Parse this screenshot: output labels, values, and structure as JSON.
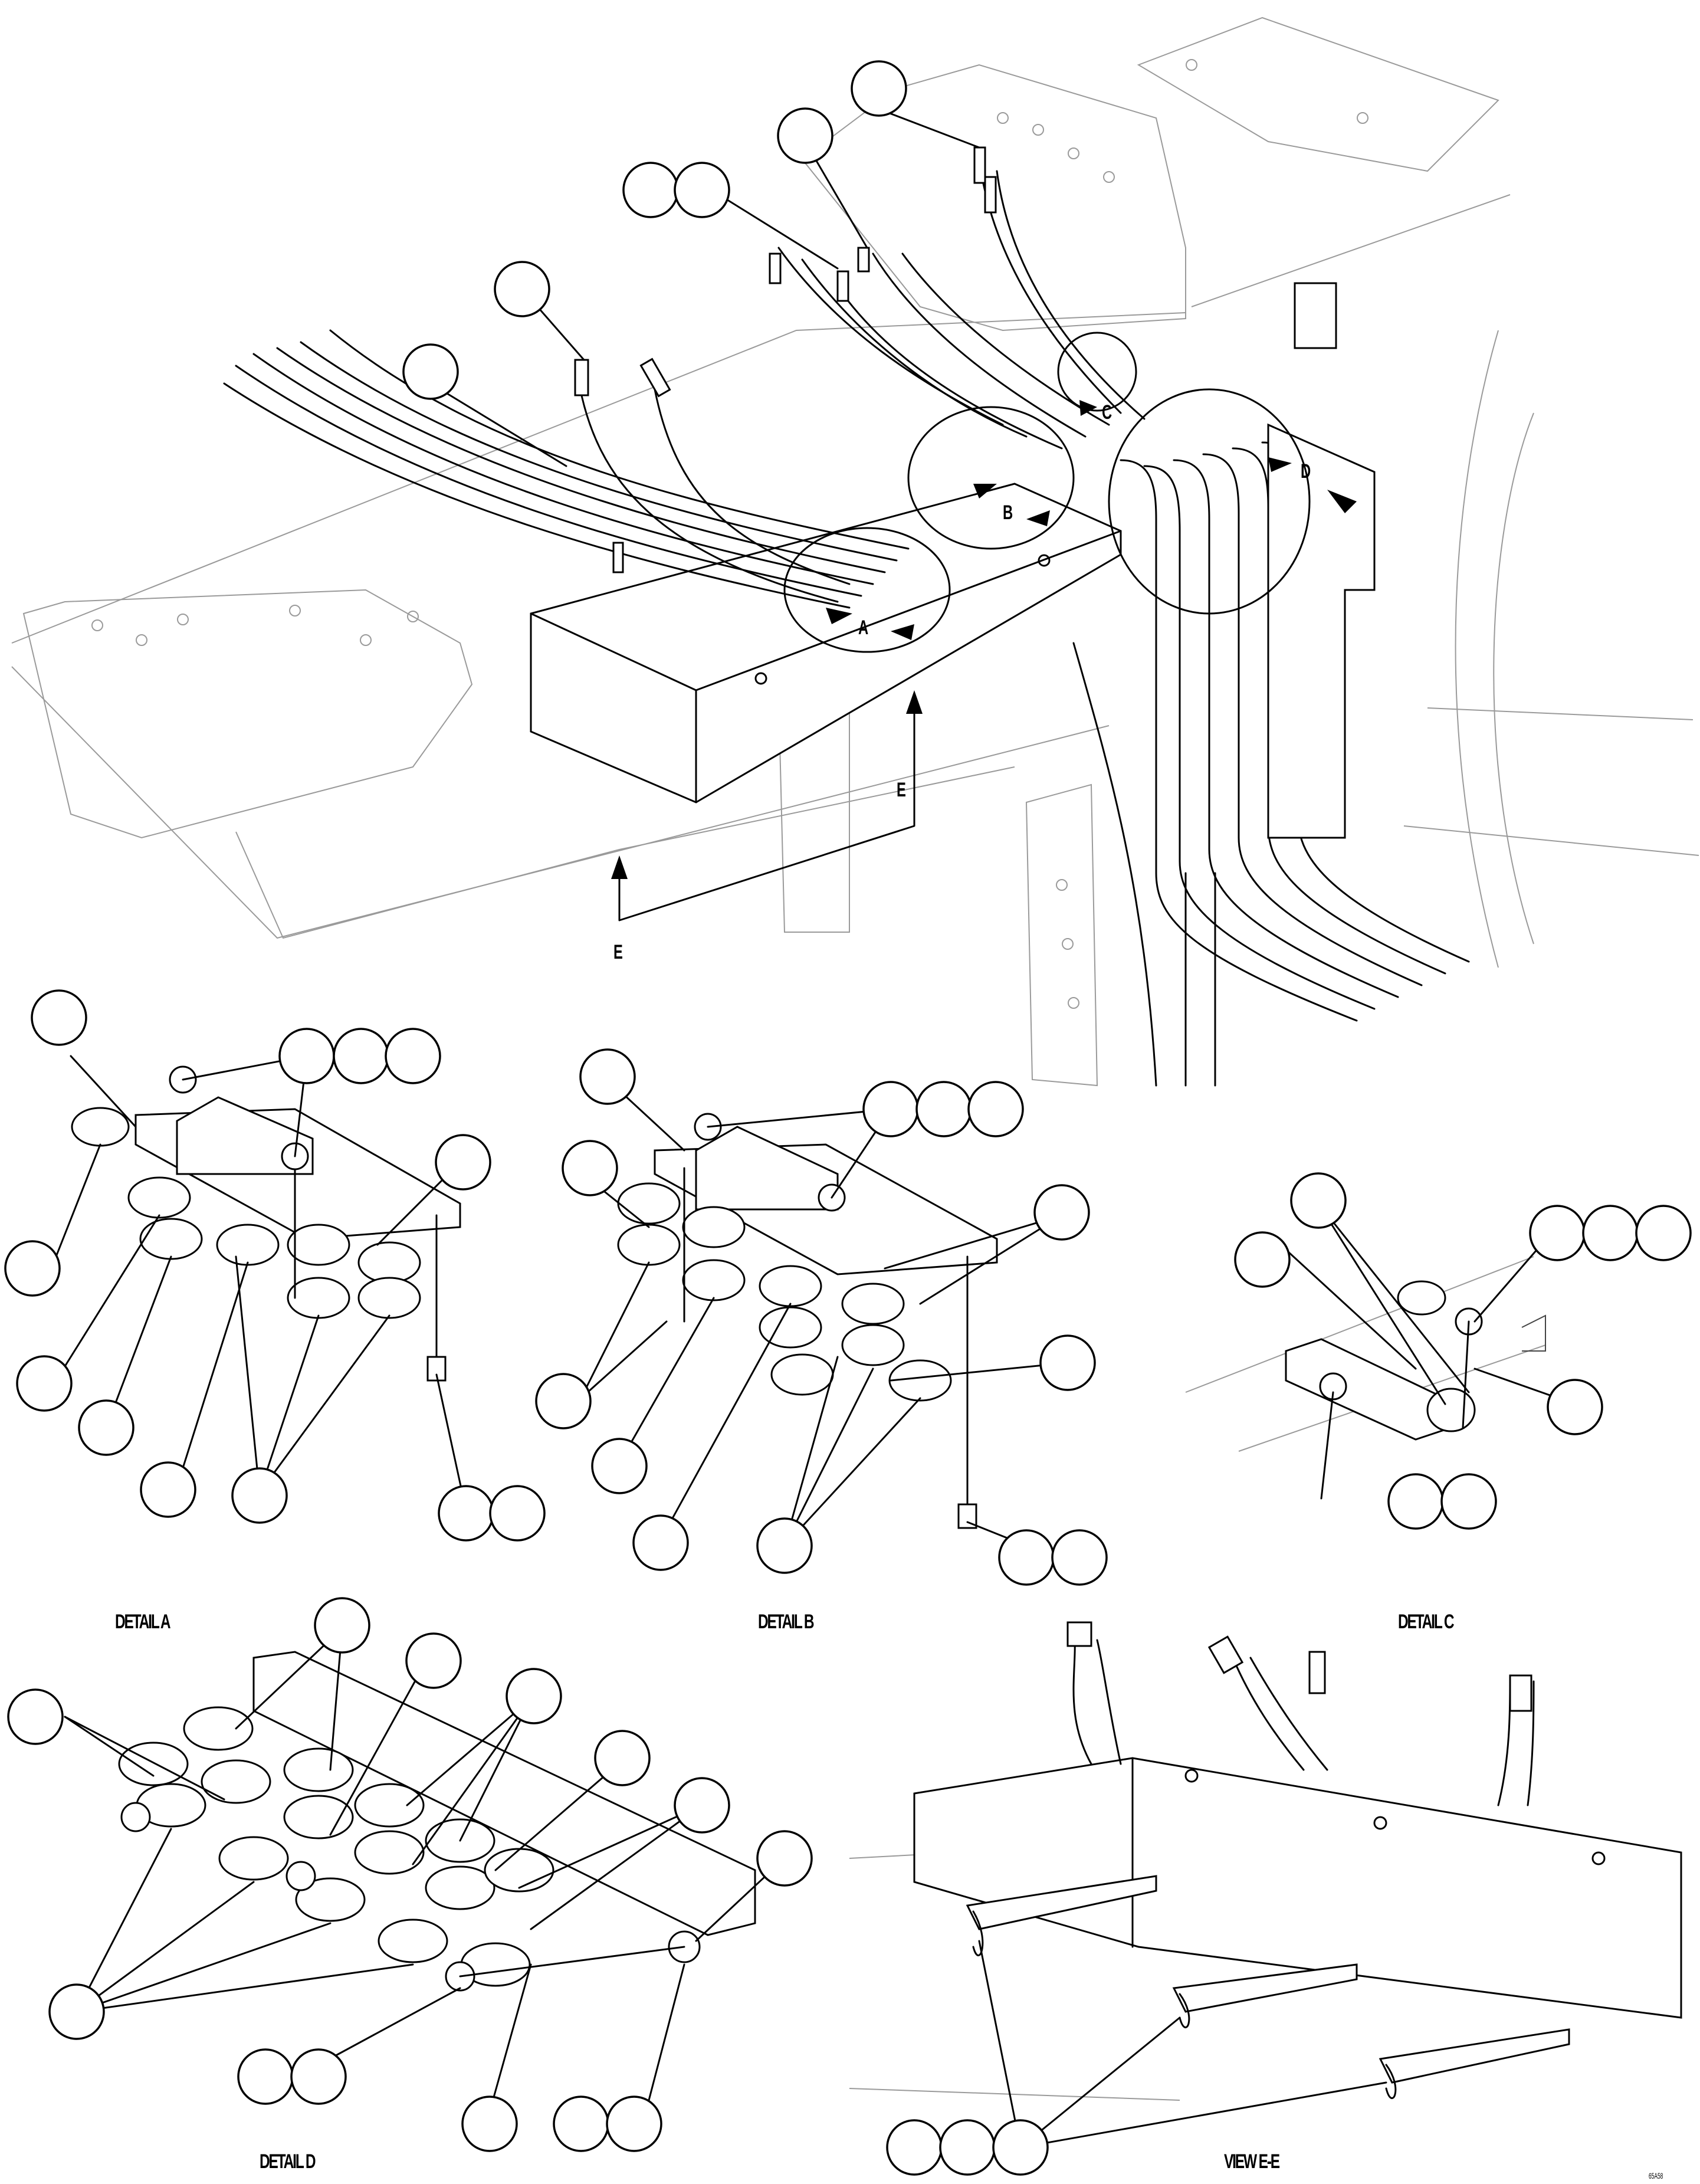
{
  "labels": {
    "section_A": "A",
    "section_B": "B",
    "section_C": "C",
    "section_D": "D",
    "section_E_upper": "E",
    "section_E_lower": "E"
  },
  "captions": {
    "detail_a": "DETAIL A",
    "detail_b": "DETAIL B",
    "detail_c": "DETAIL C",
    "detail_d": "DETAIL D",
    "view_ee": "VIEW E-E"
  },
  "figure_code": "65A58",
  "colors": {
    "ink": "#000000",
    "background_art": "#9a9a9a",
    "paper": "#ffffff"
  }
}
